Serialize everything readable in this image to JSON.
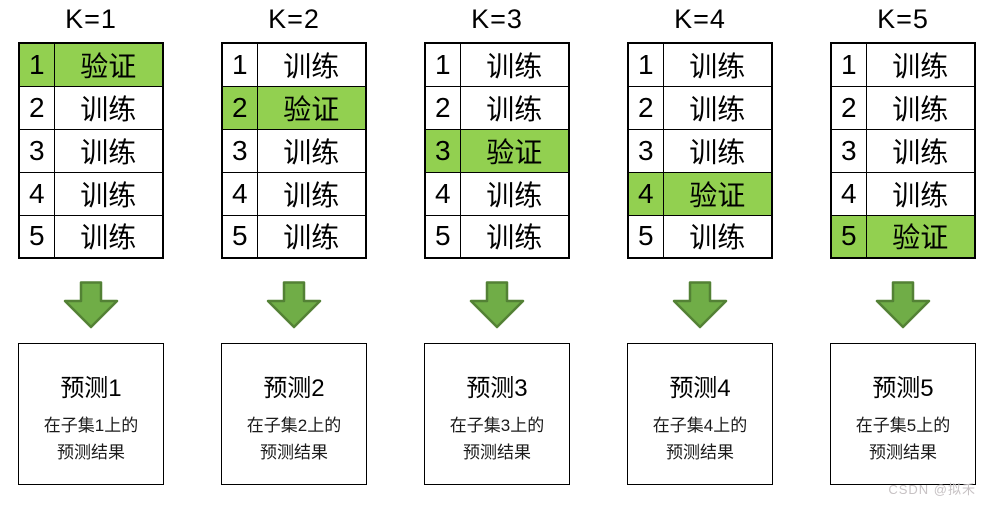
{
  "watermark": "CSDN @拟禾",
  "colors": {
    "highlight": "#92D050",
    "arrow_fill": "#70AD47",
    "arrow_stroke": "#538135",
    "table_border": "#000000",
    "watermark": "#c7c2c4"
  },
  "folds": [
    {
      "title": "K=1",
      "rows": [
        {
          "num": "1",
          "label": "验证",
          "highlighted": true
        },
        {
          "num": "2",
          "label": "训练",
          "highlighted": false
        },
        {
          "num": "3",
          "label": "训练",
          "highlighted": false
        },
        {
          "num": "4",
          "label": "训练",
          "highlighted": false
        },
        {
          "num": "5",
          "label": "训练",
          "highlighted": false
        }
      ],
      "prediction": {
        "title": "预测1",
        "line1": "在子集1上的",
        "line2": "预测结果"
      }
    },
    {
      "title": "K=2",
      "rows": [
        {
          "num": "1",
          "label": "训练",
          "highlighted": false
        },
        {
          "num": "2",
          "label": "验证",
          "highlighted": true
        },
        {
          "num": "3",
          "label": "训练",
          "highlighted": false
        },
        {
          "num": "4",
          "label": "训练",
          "highlighted": false
        },
        {
          "num": "5",
          "label": "训练",
          "highlighted": false
        }
      ],
      "prediction": {
        "title": "预测2",
        "line1": "在子集2上的",
        "line2": "预测结果"
      }
    },
    {
      "title": "K=3",
      "rows": [
        {
          "num": "1",
          "label": "训练",
          "highlighted": false
        },
        {
          "num": "2",
          "label": "训练",
          "highlighted": false
        },
        {
          "num": "3",
          "label": "验证",
          "highlighted": true
        },
        {
          "num": "4",
          "label": "训练",
          "highlighted": false
        },
        {
          "num": "5",
          "label": "训练",
          "highlighted": false
        }
      ],
      "prediction": {
        "title": "预测3",
        "line1": "在子集3上的",
        "line2": "预测结果"
      }
    },
    {
      "title": "K=4",
      "rows": [
        {
          "num": "1",
          "label": "训练",
          "highlighted": false
        },
        {
          "num": "2",
          "label": "训练",
          "highlighted": false
        },
        {
          "num": "3",
          "label": "训练",
          "highlighted": false
        },
        {
          "num": "4",
          "label": "验证",
          "highlighted": true
        },
        {
          "num": "5",
          "label": "训练",
          "highlighted": false
        }
      ],
      "prediction": {
        "title": "预测4",
        "line1": "在子集4上的",
        "line2": "预测结果"
      }
    },
    {
      "title": "K=5",
      "rows": [
        {
          "num": "1",
          "label": "训练",
          "highlighted": false
        },
        {
          "num": "2",
          "label": "训练",
          "highlighted": false
        },
        {
          "num": "3",
          "label": "训练",
          "highlighted": false
        },
        {
          "num": "4",
          "label": "训练",
          "highlighted": false
        },
        {
          "num": "5",
          "label": "验证",
          "highlighted": true
        }
      ],
      "prediction": {
        "title": "预测5",
        "line1": "在子集5上的",
        "line2": "预测结果"
      }
    }
  ]
}
